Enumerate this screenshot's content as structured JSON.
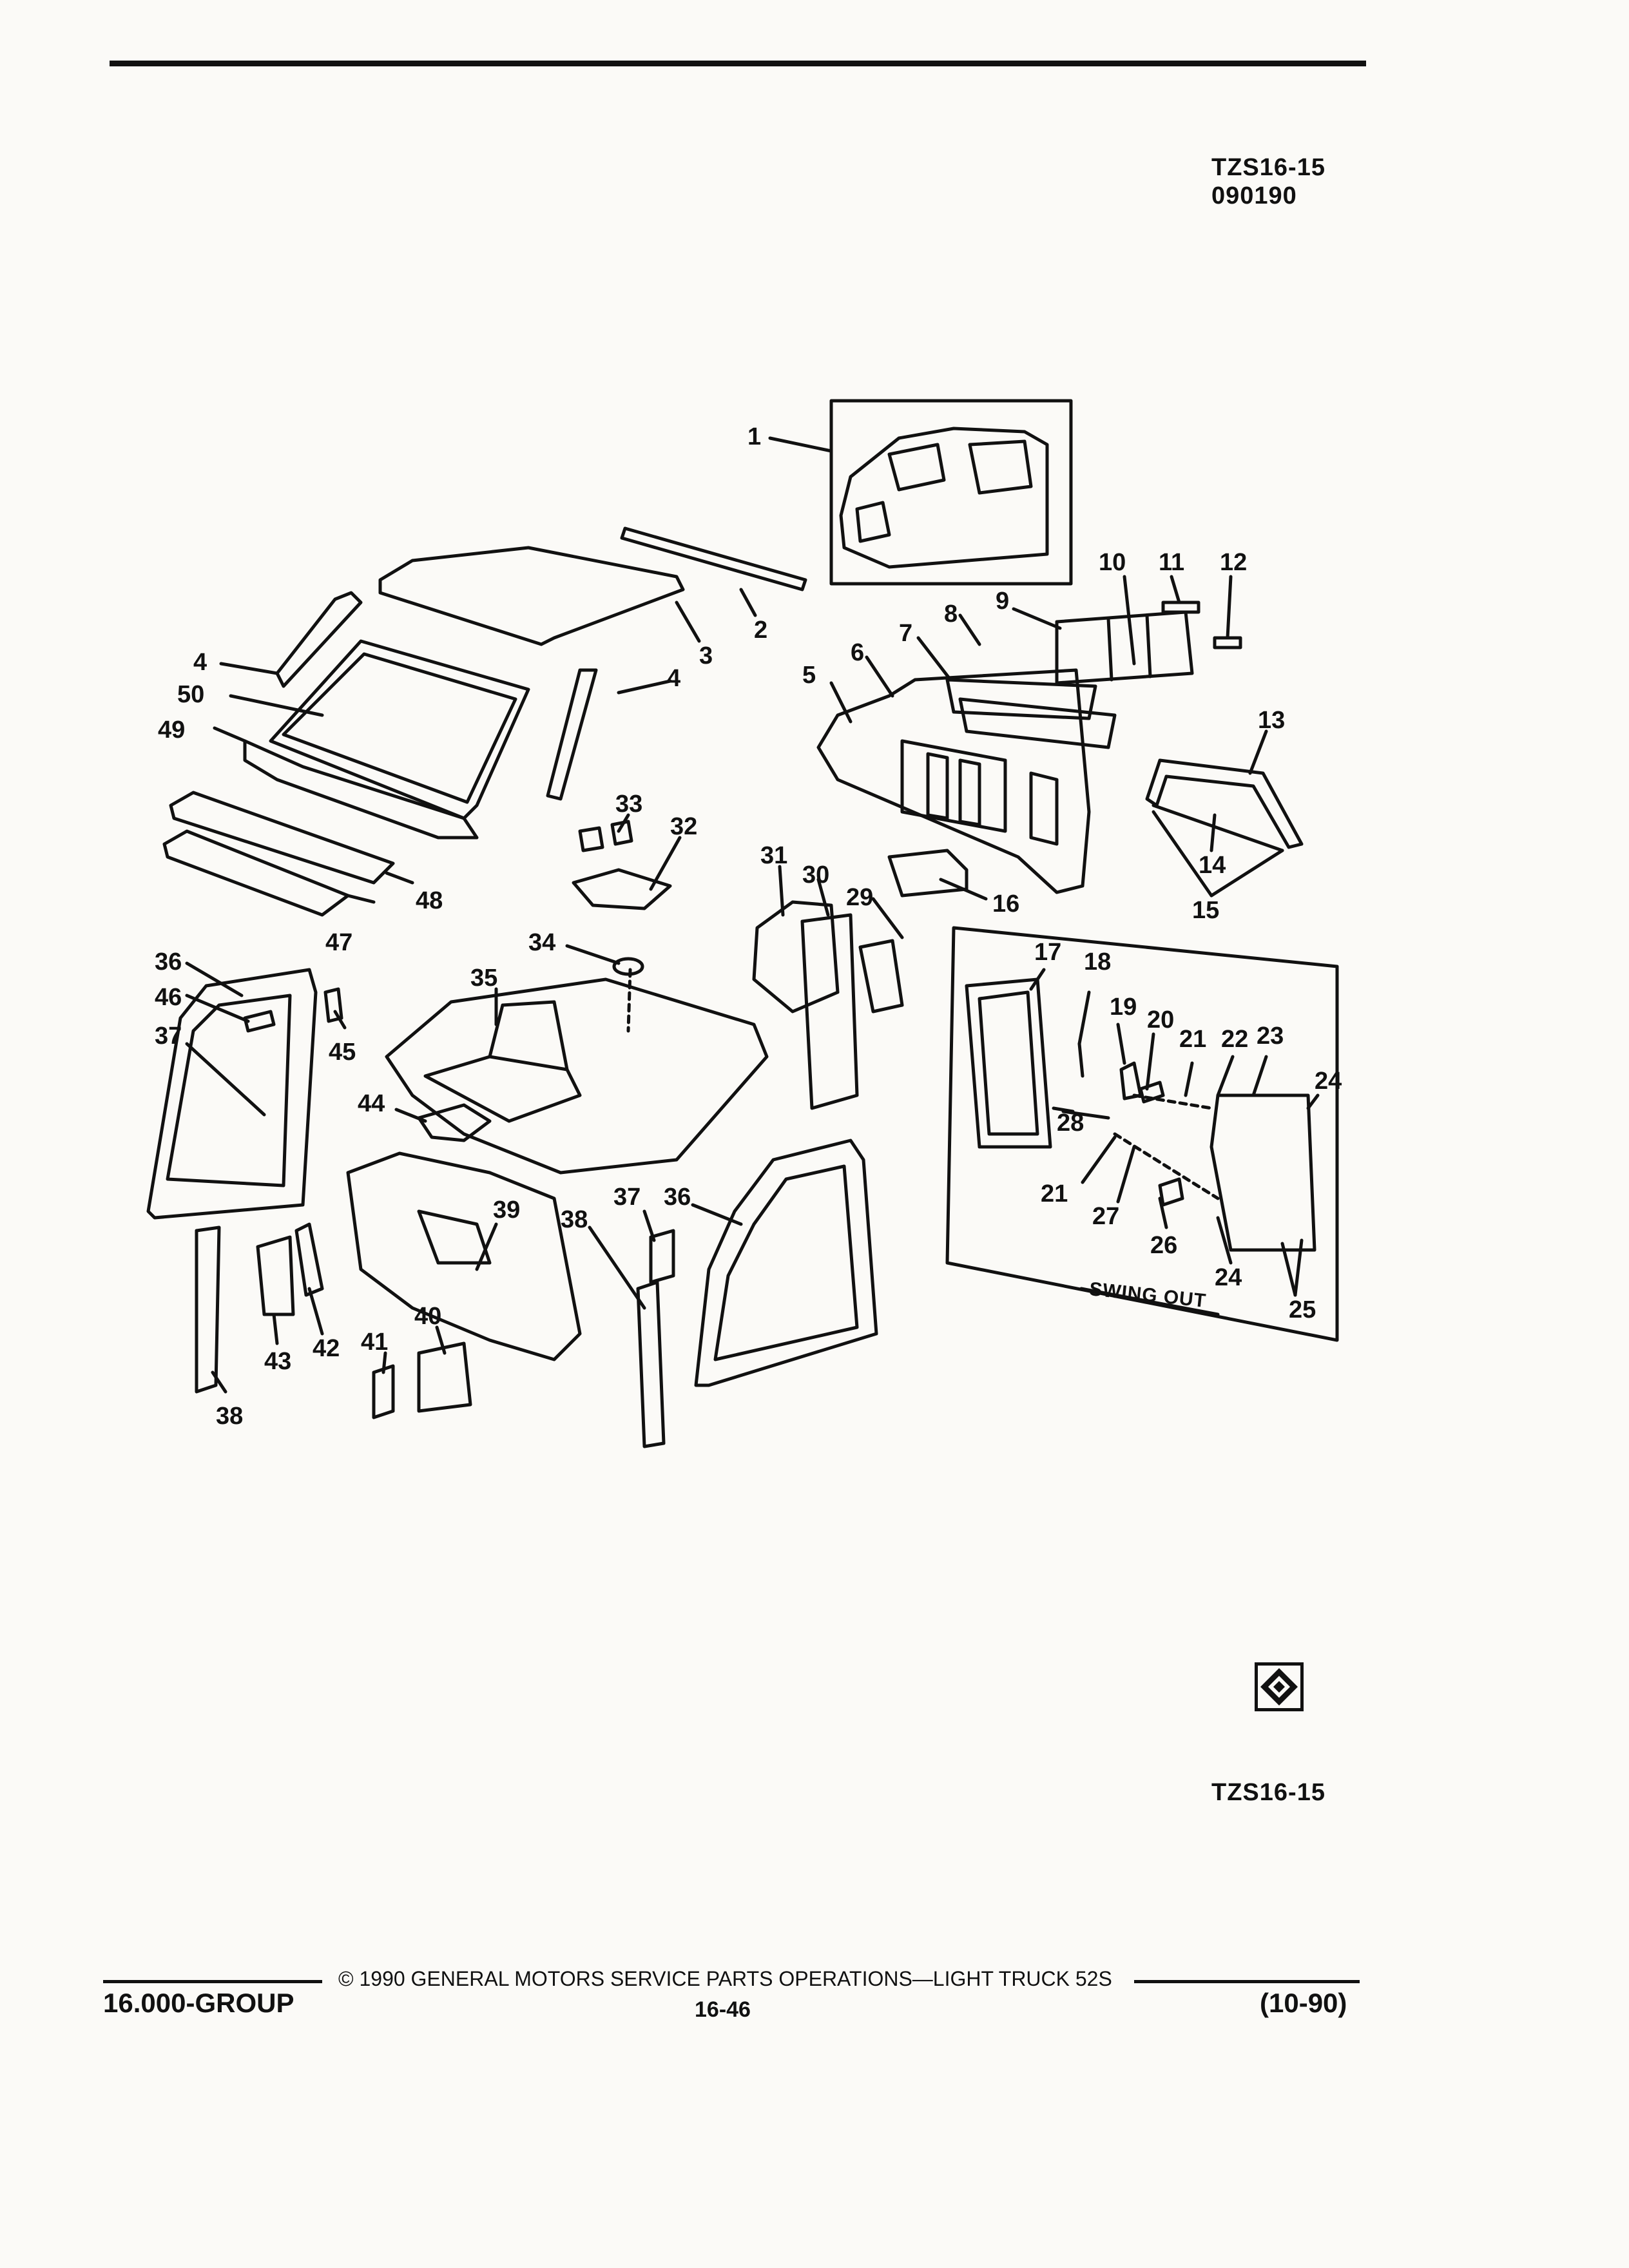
{
  "header": {
    "code_line_1": "TZS16-15",
    "code_line_2": "090190"
  },
  "diagram": {
    "callouts": [
      "1",
      "2",
      "3",
      "4",
      "4",
      "5",
      "6",
      "7",
      "8",
      "9",
      "10",
      "11",
      "12",
      "13",
      "14",
      "15",
      "16",
      "17",
      "18",
      "19",
      "20",
      "21",
      "21",
      "22",
      "23",
      "24",
      "24",
      "25",
      "26",
      "27",
      "28",
      "29",
      "30",
      "31",
      "32",
      "33",
      "34",
      "35",
      "36",
      "36",
      "37",
      "37",
      "38",
      "38",
      "39",
      "40",
      "41",
      "42",
      "43",
      "44",
      "45",
      "46",
      "47",
      "48",
      "49",
      "50"
    ],
    "swing_out_label": "SWING OUT"
  },
  "figure_code": "TZS16-15",
  "footer": {
    "copyright": "© 1990 GENERAL MOTORS SERVICE PARTS OPERATIONS—LIGHT TRUCK 52S",
    "group": "16.000-GROUP",
    "page_number": "16-46",
    "revision": "(10-90)"
  },
  "colors": {
    "ink": "#111111",
    "paper": "#fbfaf7"
  }
}
